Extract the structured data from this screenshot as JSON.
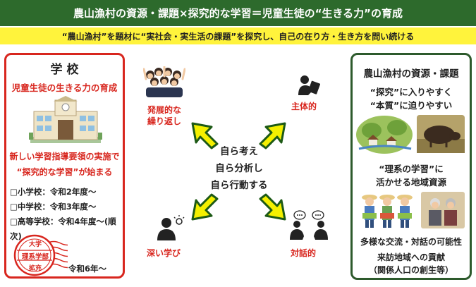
{
  "header": {
    "title": "農山漁村の資源・課題×探究的な学習＝児童生徒の“生きる力”の育成",
    "subtitle": "“農山漁村”を題材に“実社会・実生活の課題”を探究し、自己の在り方・生き方を問い続ける"
  },
  "left_panel": {
    "title": "学 校",
    "goal": "児童生徒の生きる力の育成",
    "note_line1": "新しい学習指導要領の実施で",
    "note_line2": "“探究的な学習”が始まる",
    "schedule": [
      "□小学校：令和2年度～",
      "□中学校：令和3年度～",
      "□高等学校：令和4年度～(順次)"
    ],
    "stamp": {
      "line1": "大学",
      "line2": "理系学部",
      "line3": "拡充"
    },
    "stamp_year": "令和6年～"
  },
  "center": {
    "lines": [
      "自ら考え",
      "自ら分析し",
      "自ら行動する"
    ],
    "corners": {
      "top_left": [
        "発展的な",
        "繰り返し"
      ],
      "top_right": "主体的",
      "bottom_left": "深い学び",
      "bottom_right": "対話的"
    }
  },
  "right_panel": {
    "title": "農山漁村の資源・課題",
    "point1_line1": "“探究”に入りやすく",
    "point1_line2": "“本質”に迫りやすい",
    "point2_line1": "“理系の学習”に",
    "point2_line2": "活かせる地域資源",
    "point3": "多様な交流・対話の可能性",
    "point4_line1": "来訪地域への貢献",
    "point4_line2": "（関係人口の創生等）"
  },
  "colors": {
    "header_green": "#2d6a2c",
    "subtitle_yellow": "#fff33c",
    "accent_red": "#d8261e",
    "arrow_yellow": "#f4f000",
    "arrow_outline": "#1d5a16"
  }
}
